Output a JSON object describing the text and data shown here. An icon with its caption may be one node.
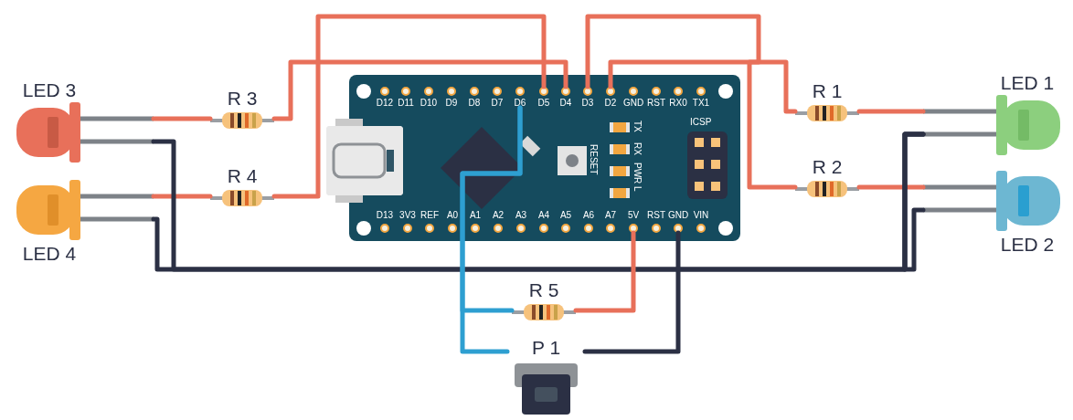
{
  "diagram": {
    "nodes": [
      {
        "text": [
          "LED 3"
        ]
      },
      {
        "text": [
          "R 3"
        ]
      },
      {
        "text": [
          "LED 4"
        ]
      },
      {
        "text": [
          "R 4"
        ]
      },
      {
        "text": [],
        "shape": "box"
      },
      {
        "text": [
          "D6"
        ],
        "in": 4
      },
      {
        "text": [
          "D5"
        ],
        "in": 4
      },
      {
        "text": [
          "D4"
        ],
        "in": 4
      },
      {
        "text": [
          "D3"
        ],
        "in": 4
      },
      {
        "text": [
          "D2"
        ],
        "in": 4
      },
      {
        "text": [
          "5V"
        ],
        "in": 4
      },
      {
        "text": [
          "GND"
        ],
        "in": 4
      },
      {
        "text": [
          "R 1"
        ]
      },
      {
        "text": [
          "R 2"
        ]
      },
      {
        "text": [
          "LED 1"
        ]
      },
      {
        "text": [
          "LED 2"
        ]
      },
      {
        "text": [
          "R 5"
        ]
      },
      {
        "text": [
          "P 1"
        ]
      }
    ],
    "edges": [
      {
        "from": 0,
        "to": 1,
        "arrow": "none"
      },
      {
        "from": 1,
        "to": 7,
        "arrow": "none"
      },
      {
        "from": 2,
        "to": 3,
        "arrow": "none"
      },
      {
        "from": 3,
        "to": 6,
        "arrow": "none"
      },
      {
        "from": 8,
        "to": 13,
        "arrow": "none"
      },
      {
        "from": 9,
        "to": 12,
        "arrow": "none"
      },
      {
        "from": 12,
        "to": 14,
        "arrow": "none"
      },
      {
        "from": 13,
        "to": 15,
        "arrow": "none"
      },
      {
        "from": 0,
        "to": 14,
        "arrow": "none",
        "color": "#2b3044"
      },
      {
        "from": 2,
        "to": 14,
        "arrow": "none",
        "color": "#2b3044"
      },
      {
        "from": 15,
        "to": 14,
        "arrow": "none",
        "color": "#2b3044"
      },
      {
        "from": 5,
        "to": 17,
        "arrow": "none",
        "color": "#2e9fd1"
      },
      {
        "from": 5,
        "to": 16,
        "arrow": "none",
        "color": "#2e9fd1"
      },
      {
        "from": 16,
        "to": 10,
        "arrow": "none"
      },
      {
        "from": 11,
        "to": 17,
        "arrow": "none",
        "color": "#2b3044"
      }
    ],
    "labels": [
      "D12",
      "D11",
      "D10",
      "D9",
      "D8",
      "D7",
      "GND",
      "RST",
      "RX0",
      "TX1",
      "ICSP",
      "TX",
      "RESET",
      "RX",
      "PWR",
      "L",
      "D13",
      "3V3",
      "REF",
      "A0",
      "A1",
      "A2",
      "A3",
      "A4",
      "A5",
      "A6",
      "A7",
      "RST",
      "VIN"
    ]
  }
}
